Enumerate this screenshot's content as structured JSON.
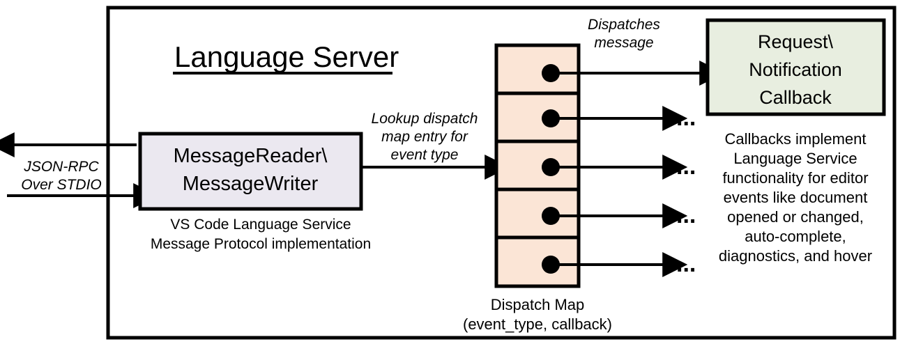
{
  "diagram": {
    "title": "Language Server",
    "outer_box": {
      "name": "language-server-boundary",
      "stroke": "#000000"
    },
    "colors": {
      "message_box_fill": "#EBE8F0",
      "dispatch_cell_fill": "#FBE5D6",
      "callback_box_fill": "#E8EEE0",
      "stroke": "#000000",
      "background": "#FFFFFF"
    },
    "external_channel": {
      "label_line1": "JSON-RPC",
      "label_line2": "Over STDIO",
      "outbound_arrow": "arrow-left-outbound",
      "inbound_arrow": "arrow-right-inbound"
    },
    "message_box": {
      "line1": "MessageReader\\",
      "line2": "MessageWriter",
      "caption_line1": "VS Code Language Service",
      "caption_line2": "Message Protocol implementation"
    },
    "lookup_label": {
      "line1": "Lookup dispatch",
      "line2": "map entry for",
      "line3": "event type"
    },
    "dispatch_map": {
      "caption_line1": "Dispatch Map",
      "caption_line2": "(event_type, callback)",
      "cell_count": 5,
      "cells": [
        {
          "index": 0,
          "dot": true,
          "outlet": "callback-box"
        },
        {
          "index": 1,
          "dot": true,
          "outlet": "ellipsis"
        },
        {
          "index": 2,
          "dot": true,
          "outlet": "ellipsis"
        },
        {
          "index": 3,
          "dot": true,
          "outlet": "ellipsis"
        },
        {
          "index": 4,
          "dot": true,
          "outlet": "ellipsis"
        }
      ],
      "ellipsis": "..."
    },
    "dispatch_label": {
      "line1": "Dispatches",
      "line2": "message"
    },
    "callback_box": {
      "line1": "Request\\",
      "line2": "Notification",
      "line3": "Callback"
    },
    "callback_caption": [
      "Callbacks implement",
      "Language Service",
      "functionality for editor",
      "events like document",
      "opened or changed,",
      "auto-complete,",
      "diagnostics, and hover"
    ]
  }
}
